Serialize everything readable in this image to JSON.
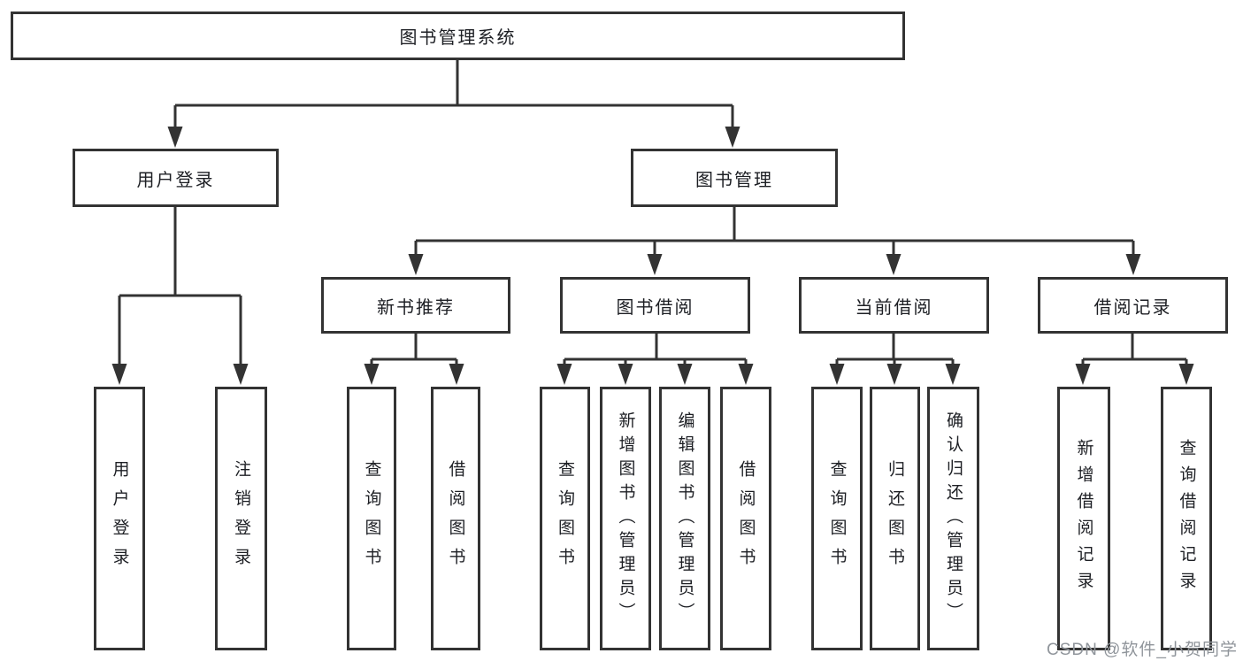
{
  "title": "图书管理系统",
  "tree": {
    "root": {
      "label": "图书管理系统"
    },
    "branches": [
      {
        "label": "用户登录",
        "leaves": [
          "用户登录",
          "注销登录"
        ]
      },
      {
        "label": "图书管理",
        "sections": [
          {
            "label": "新书推荐",
            "leaves": [
              "查询图书",
              "借阅图书"
            ]
          },
          {
            "label": "图书借阅",
            "leaves": [
              "查询图书",
              "新增图书（管理员）",
              "编辑图书（管理员）",
              "借阅图书"
            ]
          },
          {
            "label": "当前借阅",
            "leaves": [
              "查询图书",
              "归还图书",
              "确认归还（管理员）"
            ]
          },
          {
            "label": "借阅记录",
            "leaves": [
              "新增借阅记录",
              "查询借阅记录"
            ]
          }
        ]
      }
    ]
  },
  "watermark": {
    "text": "CSDN @软件_小贺同学"
  },
  "colors": {
    "line": "#333333",
    "text": "#1d1f24",
    "background": "#ffffff",
    "watermark": "#90959b"
  }
}
